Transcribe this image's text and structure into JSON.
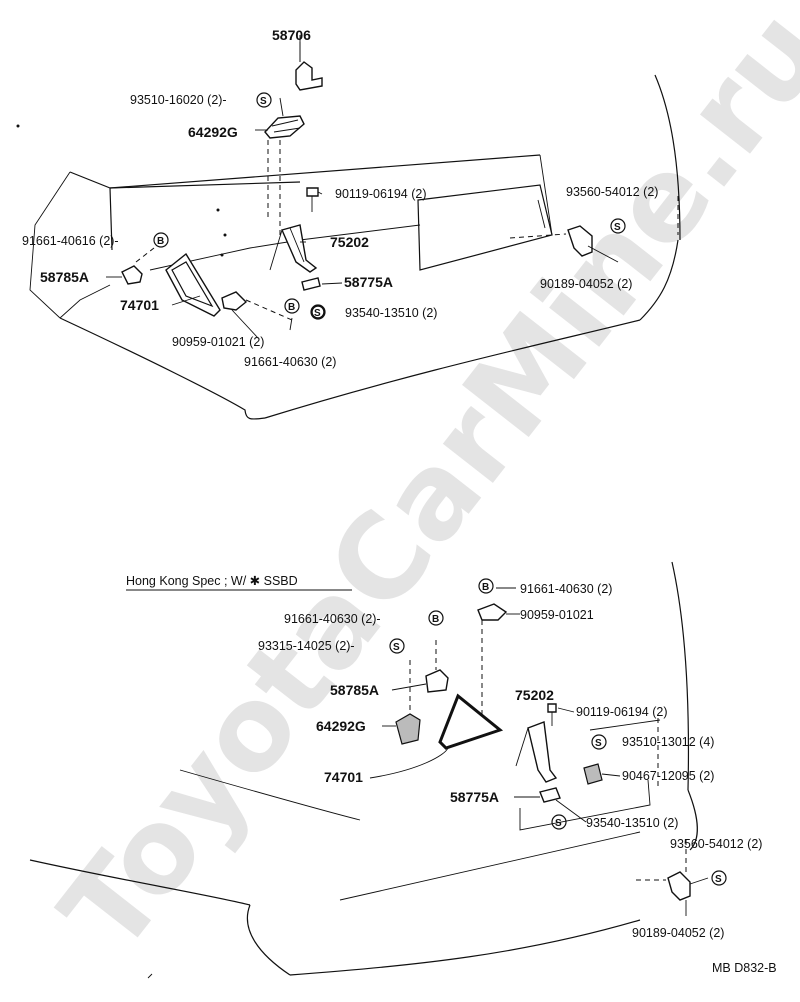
{
  "watermark": "ToyotaCarMine.ru",
  "figure_id": "MB D832-B",
  "section_label": "Hong Kong Spec ; W/ ✱ SSBD",
  "top_parts": [
    {
      "name": "p58706",
      "text": "58706",
      "bold": true
    },
    {
      "name": "p93510-16020",
      "text": "93510-16020 (2)-",
      "symbol": "S"
    },
    {
      "name": "p64292g",
      "text": "64292G",
      "bold": true
    },
    {
      "name": "p90119-06194",
      "text": "90119-06194 (2)"
    },
    {
      "name": "p93560-54012",
      "text": "93560-54012 (2)",
      "symbol": "S"
    },
    {
      "name": "p91661-40616",
      "text": "91661-40616 (2)-",
      "symbol": "B"
    },
    {
      "name": "p75202",
      "text": "75202",
      "bold": true
    },
    {
      "name": "p58785a",
      "text": "58785A",
      "bold": true
    },
    {
      "name": "p58775a",
      "text": "58775A",
      "bold": true
    },
    {
      "name": "p74701",
      "text": "74701",
      "bold": true
    },
    {
      "name": "p90189-04052",
      "text": "90189-04052 (2)"
    },
    {
      "name": "p93540-13510",
      "text": "93540-13510 (2)",
      "symbol": "S"
    },
    {
      "name": "p90959-01021",
      "text": "90959-01021 (2)"
    },
    {
      "name": "p91661-40630",
      "text": "91661-40630 (2)",
      "symbol": "B"
    }
  ],
  "bottom_parts": [
    {
      "name": "p91661-40630-top",
      "text": "91661-40630 (2)",
      "symbol": "B"
    },
    {
      "name": "p91661-40630-left",
      "text": "91661-40630 (2)-",
      "symbol": "B"
    },
    {
      "name": "p90959-01021",
      "text": "90959-01021"
    },
    {
      "name": "p93315-14025",
      "text": "93315-14025 (2)-",
      "symbol": "S"
    },
    {
      "name": "p58785a",
      "text": "58785A",
      "bold": true
    },
    {
      "name": "p75202",
      "text": "75202",
      "bold": true
    },
    {
      "name": "p90119-06194",
      "text": "90119-06194 (2)"
    },
    {
      "name": "p64292g",
      "text": "64292G",
      "bold": true
    },
    {
      "name": "p93510-13012",
      "text": "93510-13012 (4)",
      "symbol": "S"
    },
    {
      "name": "p90467-12095",
      "text": "90467-12095 (2)"
    },
    {
      "name": "p74701",
      "text": "74701",
      "bold": true
    },
    {
      "name": "p58775a",
      "text": "58775A",
      "bold": true
    },
    {
      "name": "p93540-13510",
      "text": "93540-13510 (2)",
      "symbol": "S"
    },
    {
      "name": "p93560-54012",
      "text": "93560-54012 (2)",
      "symbol": "S"
    },
    {
      "name": "p90189-04052",
      "text": "90189-04052 (2)"
    }
  ]
}
